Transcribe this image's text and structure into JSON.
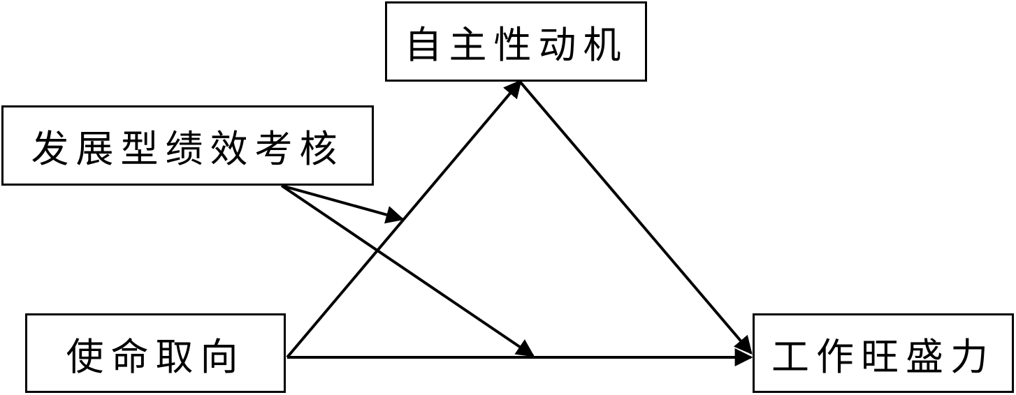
{
  "diagram": {
    "nodes": {
      "autonomous_motivation": "自主性动机",
      "developmental_performance_appraisal": "发展型绩效考核",
      "calling_orientation": "使命取向",
      "thriving_at_work": "工作旺盛力"
    },
    "edges": [
      {
        "from": "calling_orientation",
        "to": "autonomous_motivation",
        "type": "path"
      },
      {
        "from": "autonomous_motivation",
        "to": "thriving_at_work",
        "type": "path"
      },
      {
        "from": "calling_orientation",
        "to": "thriving_at_work",
        "type": "path"
      },
      {
        "from": "developmental_performance_appraisal",
        "to": "calling_orientation->autonomous_motivation",
        "type": "moderation"
      },
      {
        "from": "developmental_performance_appraisal",
        "to": "calling_orientation->thriving_at_work",
        "type": "moderation"
      }
    ],
    "style": {
      "line_color": "#000000",
      "box_border_color": "#000000",
      "background": "#ffffff"
    }
  }
}
